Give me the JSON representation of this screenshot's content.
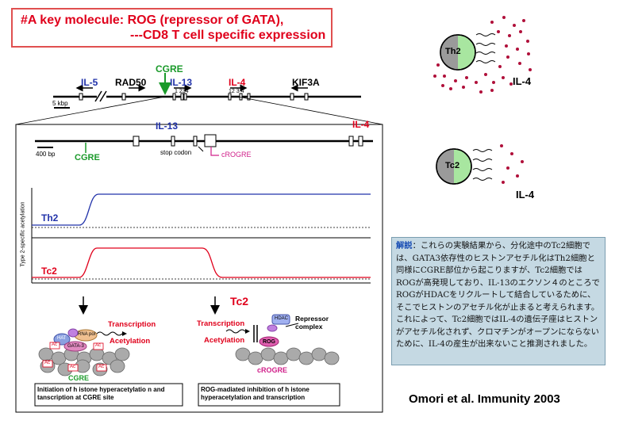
{
  "title": {
    "line1": "#A key molecule:   ROG (repressor of GATA),",
    "line2": "---CD8 T cell specific expression"
  },
  "locus": {
    "cgre": "CGRE",
    "genes": [
      "IL-5",
      "RAD50",
      "IL-13",
      "IL-4",
      "KIF3A"
    ],
    "il13_exons": "1 234",
    "il4_exons": "12   3  4",
    "scale": "5 kbp"
  },
  "zoom": {
    "il13": "IL-13",
    "il4": "IL-4",
    "scale": "400 bp",
    "cgre": "CGRE",
    "stop_codon": "stop codon",
    "crogre": "cROGRE"
  },
  "plots": {
    "ylabel": "Type 2-specific acetylation",
    "th2": "Th2",
    "tc2": "Tc2"
  },
  "mechanism": {
    "tc2_heading": "Tc2",
    "left": {
      "transcription": "Transcription",
      "acetylation": "Acetylation",
      "hat": "HAT",
      "rna_pol": "RNA pol",
      "gata3": "GATA-3",
      "ac": "Ac",
      "cgre": "CGRE",
      "caption": "Initiation of h istone hyperacetylatio n and tanscription at CGRE site"
    },
    "right": {
      "transcription": "Transcription",
      "acetylation": "Acetylation",
      "hdac": "HDAC",
      "rog": "ROG",
      "repressor": "Repressor complex",
      "crogre": "cROGRE",
      "caption": "ROG-madiated inhibition of h istone hyperacetylation  and transcription"
    }
  },
  "cells": {
    "th2": "Th2",
    "tc2": "Tc2",
    "il4_top": "IL-4",
    "il4_bottom": "IL-4"
  },
  "note": {
    "head": "解説",
    "body": "：これらの実験結果から、分化途中のTc2細胞では、GATA3依存性のヒストンアセチル化はTh2細胞と同様にCGRE部位から起こりますが、Tc2細胞ではROGが高発現しており、IL-13のエクソン４のところでROGがHDACをリクルートして結合しているために、そこでヒストンのアセチル化が止まると考えられます。これによって、Tc2細胞ではIL-4の遺伝子座はヒストンがアセチル化されず、クロマチンがオープンにならないために、IL-4の産生が出来ないこと推測されました。"
  },
  "reference": "Omori et al. Immunity 2003",
  "colors": {
    "title_red": "#e0001b",
    "green": "#1a9a2a",
    "blue": "#2233aa",
    "red": "#e0001b",
    "magenta": "#d0208a",
    "note_bg": "#c5d9e3",
    "cell_green": "#a8e6a0",
    "dot": "#b0103a"
  }
}
